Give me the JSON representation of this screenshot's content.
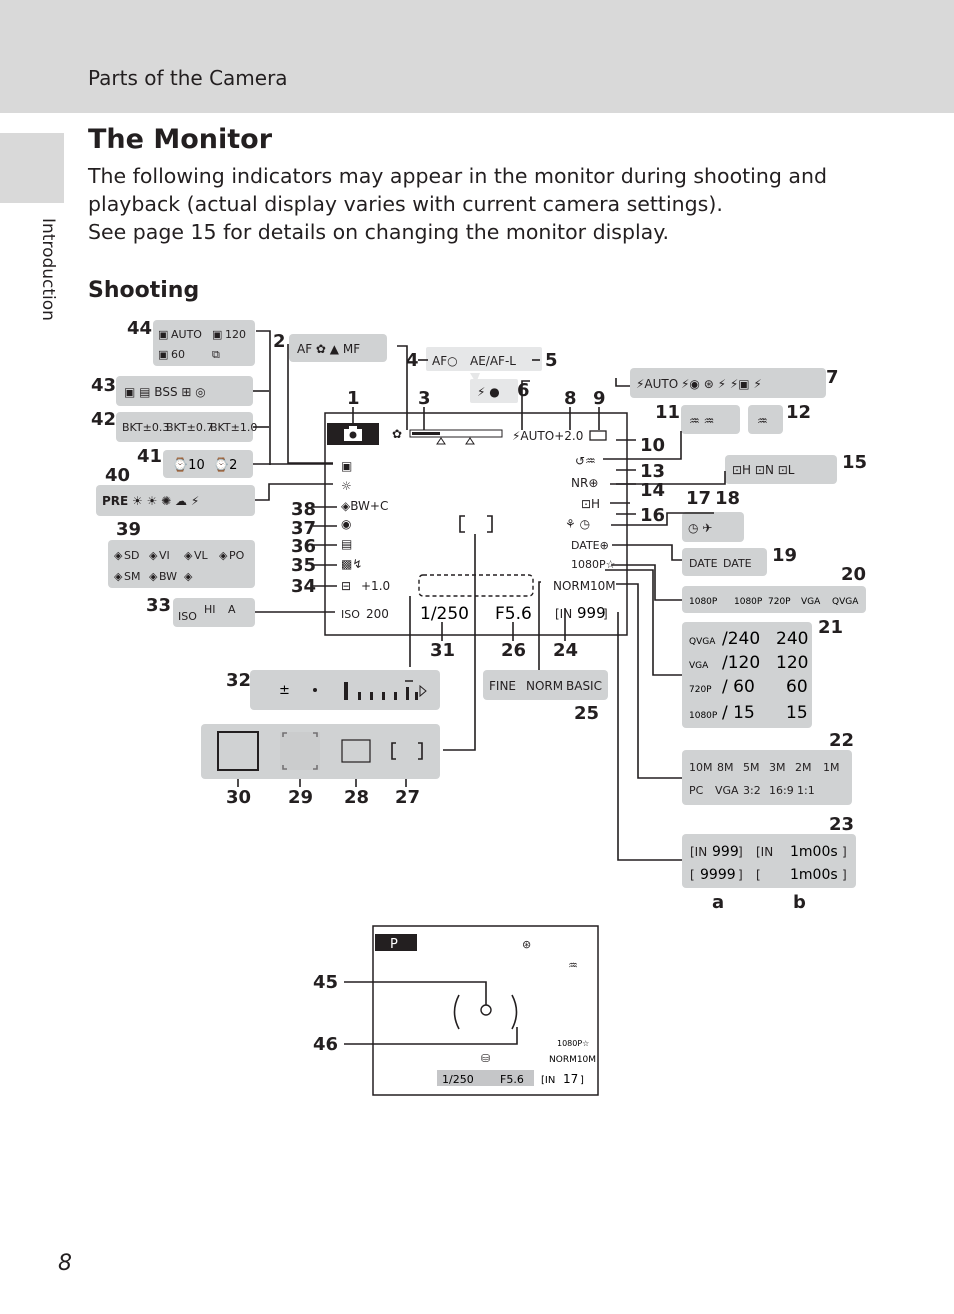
{
  "header": {
    "section": "Parts of the Camera"
  },
  "side_tab": {
    "label": "Introduction"
  },
  "title": "The Monitor",
  "intro": [
    "The following indicators may appear in the monitor during shooting and playback (actual display varies with current camera settings).",
    "See page 15 for details on changing the monitor display."
  ],
  "subheading": "Shooting",
  "page_number": "8",
  "callouts": {
    "n1": "1",
    "n2": "2",
    "n3": "3",
    "n4": "4",
    "n5": "5",
    "n6": "6",
    "n7": "7",
    "n8": "8",
    "n9": "9",
    "n10": "10",
    "n11": "11",
    "n12": "12",
    "n13": "13",
    "n14": "14",
    "n15": "15",
    "n16": "16",
    "n17": "17",
    "n18": "18",
    "n19": "19",
    "n20": "20",
    "n21": "21",
    "n22": "22",
    "n23": "23",
    "n24": "24",
    "n25": "25",
    "n26": "26",
    "n27": "27",
    "n28": "28",
    "n29": "29",
    "n30": "30",
    "n31": "31",
    "n32": "32",
    "n33": "33",
    "n34": "34",
    "n35": "35",
    "n36": "36",
    "n37": "37",
    "n38": "38",
    "n39": "39",
    "n40": "40",
    "n41": "41",
    "n42": "42",
    "n43": "43",
    "n44": "44",
    "n45": "45",
    "n46": "46",
    "a": "a",
    "b": "b"
  },
  "monitor": {
    "flash_compensation": "⚡AUTO+2.0",
    "exposure_comp": "+1.0",
    "iso": "200",
    "shutter": "1/250",
    "aperture": "F5.6",
    "exposures_remaining": "999",
    "image_quality": "NORM"
  },
  "panels": {
    "p44": [
      "AUTO",
      "120",
      "60"
    ],
    "p4": "AF○",
    "p5": "AE/AF-L",
    "p7": "⚡AUTO",
    "p42": [
      "BKT±0.3",
      "BKT±0.7",
      "BKT±1.0"
    ],
    "p41": [
      "⌚10",
      "⌚2"
    ],
    "p40": "PRE",
    "p39": [
      "SD",
      "VI",
      "VL",
      "PO",
      "SM",
      "BW"
    ],
    "p33": [
      "ISO",
      "HI",
      "A"
    ],
    "p25": [
      "FINE",
      "NORM",
      "BASIC"
    ],
    "p19": [
      "DATE",
      "DATE"
    ],
    "p20": [
      "1080P",
      "1080P",
      "720P",
      "VGA",
      "QVGA"
    ],
    "p21": [
      [
        "QVGA",
        "/240",
        "240"
      ],
      [
        "VGA",
        "/120",
        "120"
      ],
      [
        "720P",
        "/ 60",
        "60"
      ],
      [
        "1080P",
        "/ 15",
        "15"
      ]
    ],
    "p22": [
      "10M",
      "8M",
      "5M",
      "3M",
      "2M",
      "1M",
      "PC",
      "VGA",
      "3:2",
      "16:9",
      "1:1"
    ],
    "p23": [
      "999",
      "1m00s",
      "9999",
      "1m00s"
    ]
  },
  "playback_example": {
    "mode": "P",
    "shutter": "1/250",
    "aperture": "F5.6",
    "remaining": "17"
  }
}
